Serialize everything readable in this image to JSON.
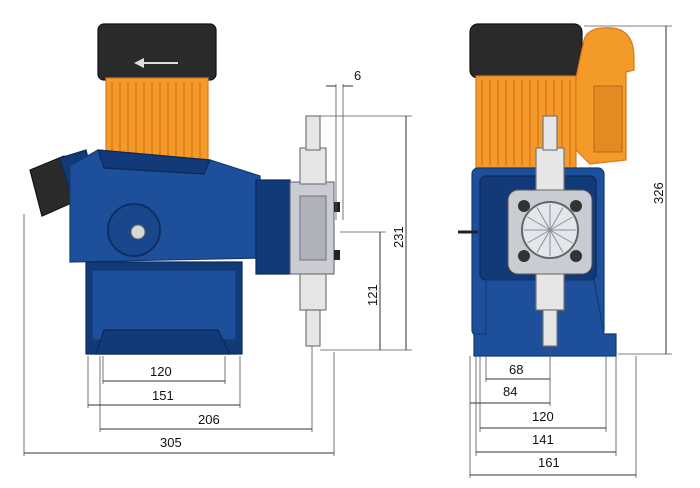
{
  "colors": {
    "pump_blue": "#1d4f9a",
    "pump_blue_dark": "#123a78",
    "motor_orange": "#f39a28",
    "motor_orange_dark": "#d9781a",
    "motor_cap": "#2a2a2a",
    "head_grey": "#c9cdd3",
    "fitting_light": "#e6e6e6"
  },
  "side_view": {
    "dims": {
      "top_offset": "6",
      "height_outlet": "231",
      "height_mid": "121",
      "base_120": "120",
      "base_151": "151",
      "len_206": "206",
      "len_305": "305"
    }
  },
  "front_view": {
    "dims": {
      "total_height": "326",
      "w_68": "68",
      "w_84": "84",
      "w_120": "120",
      "w_141": "141",
      "w_161": "161"
    }
  },
  "icons": {
    "motor_arrow": "left-arrow-icon"
  }
}
